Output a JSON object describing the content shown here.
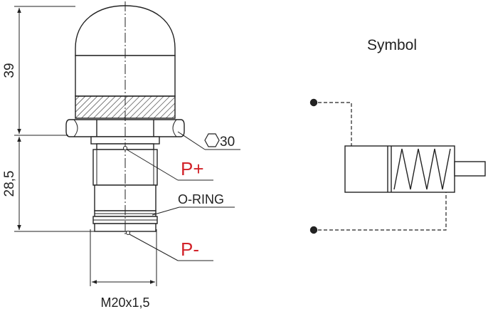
{
  "dimensions": {
    "height_top": "39",
    "height_bottom": "28,5",
    "hex_size": "30",
    "thread": "M20x1,5"
  },
  "labels": {
    "p_plus": "P+",
    "p_minus": "P-",
    "o_ring": "O-RING",
    "symbol_title": "Symbol"
  },
  "colors": {
    "line": "#222222",
    "port_label": "#d2232a"
  }
}
